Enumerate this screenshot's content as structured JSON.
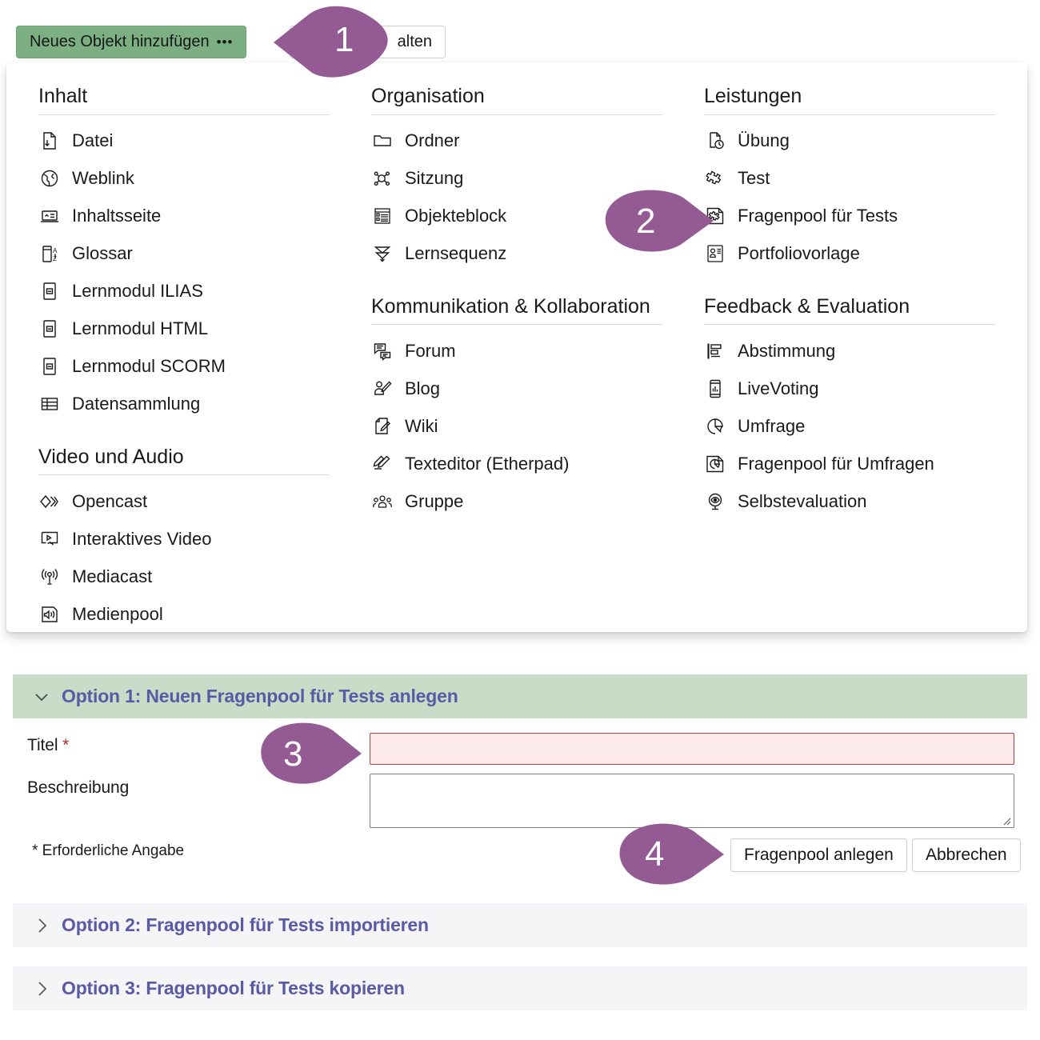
{
  "toolbar": {
    "add_button_label": "Neues Objekt hinzufügen",
    "add_button_dots": "•••",
    "manage_button_label": "alten"
  },
  "panel": {
    "columns": [
      {
        "groups": [
          {
            "title": "Inhalt",
            "items": [
              {
                "label": "Datei",
                "icon": "file-download-icon"
              },
              {
                "label": "Weblink",
                "icon": "globe-link-icon"
              },
              {
                "label": "Inhaltsseite",
                "icon": "content-page-icon"
              },
              {
                "label": "Glossar",
                "icon": "glossary-az-icon"
              },
              {
                "label": "Lernmodul ILIAS",
                "icon": "learning-module-icon"
              },
              {
                "label": "Lernmodul HTML",
                "icon": "learning-module-icon"
              },
              {
                "label": "Lernmodul SCORM",
                "icon": "learning-module-icon"
              },
              {
                "label": "Datensammlung",
                "icon": "table-grid-icon"
              }
            ]
          },
          {
            "title": "Video und Audio",
            "items": [
              {
                "label": "Opencast",
                "icon": "opencast-diamond-icon"
              },
              {
                "label": "Interaktives Video",
                "icon": "interactive-video-icon"
              },
              {
                "label": "Mediacast",
                "icon": "broadcast-antenna-icon"
              },
              {
                "label": "Medienpool",
                "icon": "speaker-sound-icon"
              }
            ]
          }
        ]
      },
      {
        "groups": [
          {
            "title": "Organisation",
            "items": [
              {
                "label": "Ordner",
                "icon": "folder-icon"
              },
              {
                "label": "Sitzung",
                "icon": "session-nodes-icon"
              },
              {
                "label": "Objekteblock",
                "icon": "object-block-icon"
              },
              {
                "label": "Lernsequenz",
                "icon": "learning-sequence-icon"
              }
            ]
          },
          {
            "title": "Kommunikation & Kollaboration",
            "items": [
              {
                "label": "Forum",
                "icon": "forum-bubbles-icon"
              },
              {
                "label": "Blog",
                "icon": "blog-person-pen-icon"
              },
              {
                "label": "Wiki",
                "icon": "wiki-page-pen-icon"
              },
              {
                "label": "Texteditor (Etherpad)",
                "icon": "etherpad-pen-icon"
              },
              {
                "label": "Gruppe",
                "icon": "group-people-icon"
              }
            ]
          }
        ]
      },
      {
        "groups": [
          {
            "title": "Leistungen",
            "items": [
              {
                "label": "Übung",
                "icon": "exercise-clock-icon"
              },
              {
                "label": "Test",
                "icon": "puzzle-piece-icon"
              },
              {
                "label": "Fragenpool für Tests",
                "icon": "question-pool-test-icon"
              },
              {
                "label": "Portfoliovorlage",
                "icon": "portfolio-template-icon"
              }
            ]
          },
          {
            "title": "Feedback & Evaluation",
            "items": [
              {
                "label": "Abstimmung",
                "icon": "poll-bars-icon"
              },
              {
                "label": "LiveVoting",
                "icon": "mobile-chart-icon"
              },
              {
                "label": "Umfrage",
                "icon": "survey-pie-icon"
              },
              {
                "label": "Fragenpool für Umfragen",
                "icon": "question-pool-survey-icon"
              },
              {
                "label": "Selbstevaluation",
                "icon": "self-evaluation-eye-icon"
              }
            ]
          }
        ]
      }
    ]
  },
  "accordion": {
    "option1": {
      "title": "Option 1: Neuen Fragenpool für Tests anlegen",
      "expanded": true,
      "chevron": "chevron-down-icon"
    },
    "option2": {
      "title": "Option 2: Fragenpool für Tests importieren",
      "expanded": false,
      "chevron": "chevron-right-icon"
    },
    "option3": {
      "title": "Option 3: Fragenpool für Tests kopieren",
      "expanded": false,
      "chevron": "chevron-right-icon"
    }
  },
  "form": {
    "title_label": "Titel",
    "required_mark": "*",
    "title_value": "",
    "description_label": "Beschreibung",
    "description_value": "",
    "required_note": "* Erforderliche Angabe",
    "submit_label": "Fragenpool anlegen",
    "cancel_label": "Abbrechen"
  },
  "markers": [
    {
      "number": "1"
    },
    {
      "number": "2"
    },
    {
      "number": "3"
    },
    {
      "number": "4"
    }
  ],
  "colors": {
    "accent_green": "#7cb083",
    "panel_green": "#c8dcc8",
    "marker_purple": "#945a93",
    "link_purple": "#5a5aa4",
    "error_border": "#a9443f",
    "error_fill": "#fdeaea",
    "row_grey": "#f5f4f7"
  }
}
